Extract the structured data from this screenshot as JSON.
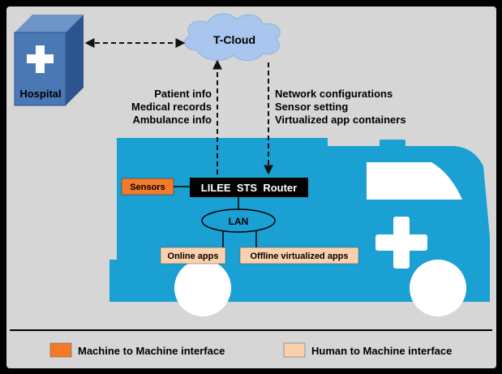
{
  "colors": {
    "background": "#d6d6d6",
    "frame": "#000000",
    "ambulance": "#1aa0d2",
    "hospital": "#4a78b5",
    "cloud": "#a9c7ee",
    "router": "#000000",
    "machine_to_machine": "#f47a2a",
    "human_to_machine": "#fbd0ac",
    "lan": "#1aa0d2",
    "cross": "#ffffff"
  },
  "diagram": {
    "hospital_label": "Hospital",
    "cloud_label": "T-Cloud",
    "uplink_labels": [
      "Patient info",
      "Medical records",
      "Ambulance info"
    ],
    "downlink_labels": [
      "Network configurations",
      "Sensor setting",
      "Virtualized app containers"
    ],
    "router_label": "LILEE  STS  Router",
    "sensors_label": "Sensors",
    "lan_label": "LAN",
    "apps": [
      "Online apps",
      "Offline virtualized apps"
    ]
  },
  "legend": [
    {
      "label": "Machine to Machine interface",
      "color": "#f47a2a"
    },
    {
      "label": "Human to Machine interface",
      "color": "#fbd0ac"
    }
  ]
}
